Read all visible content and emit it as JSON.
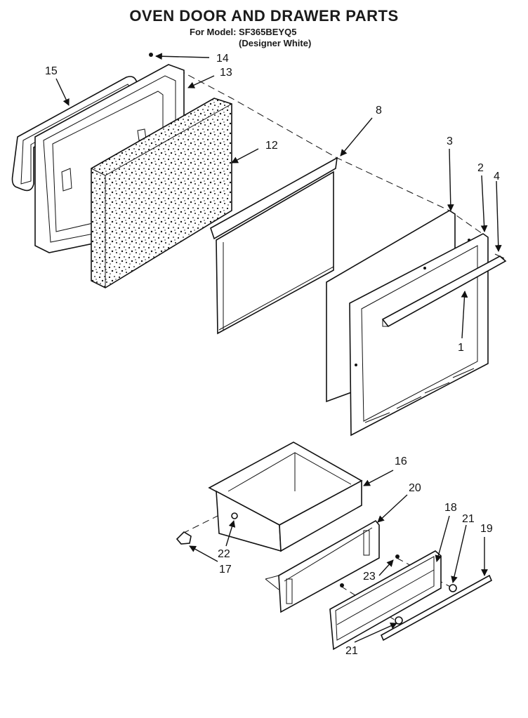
{
  "header": {
    "title": "OVEN DOOR AND DRAWER PARTS",
    "model_line": "For Model: SF365BEYQ5",
    "finish_line": "(Designer White)"
  },
  "callouts": [
    "1",
    "2",
    "3",
    "4",
    "8",
    "12",
    "13",
    "14",
    "15",
    "16",
    "17",
    "19",
    "20",
    "21",
    "21",
    "22",
    "23",
    "18"
  ]
}
